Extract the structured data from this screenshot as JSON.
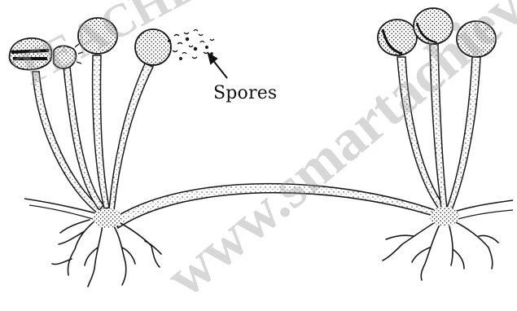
{
  "diagram": {
    "callouts": {
      "spores": "Spores"
    },
    "watermark": {
      "left_text": "TEACHER",
      "right_text": "www.smartachieve"
    },
    "colors": {
      "ink": "#1a1a1a",
      "stipple": "#2b2b2b",
      "background": "#ffffff",
      "watermark": "#9a9a9a"
    }
  }
}
